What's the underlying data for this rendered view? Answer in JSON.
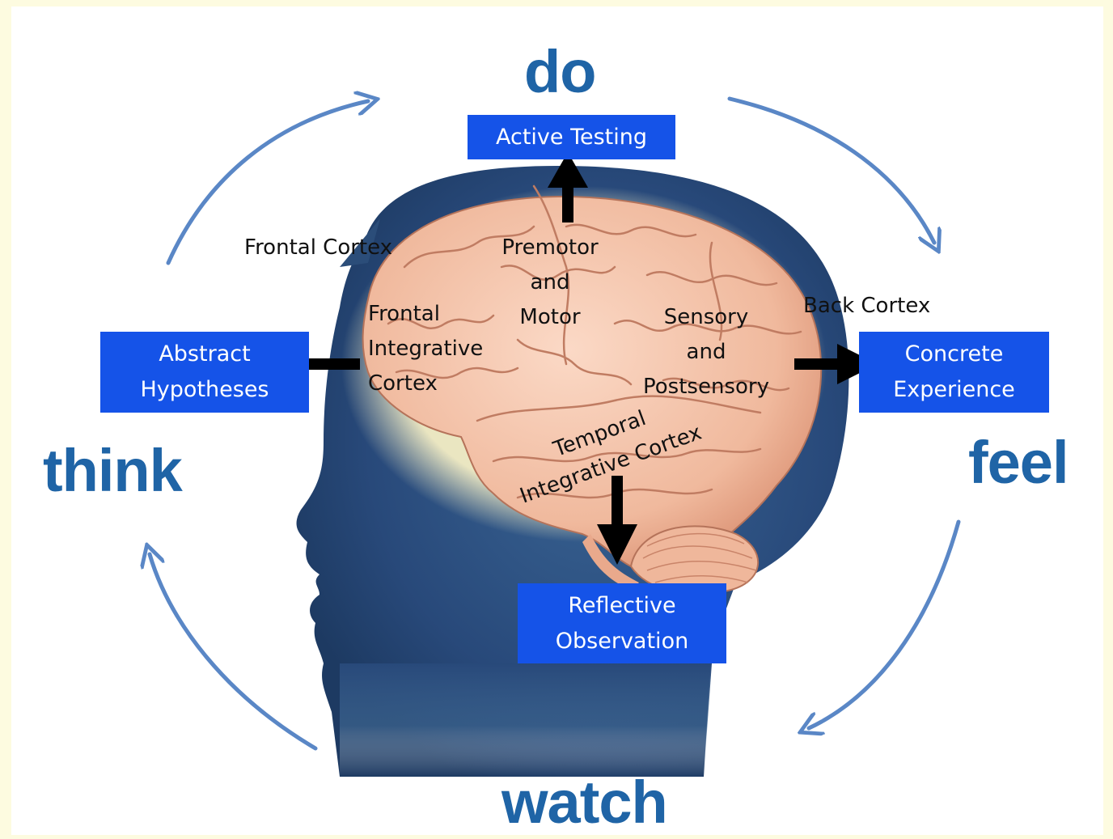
{
  "cycle": {
    "do": "do",
    "feel": "feel",
    "watch": "watch",
    "think": "think"
  },
  "boxes": {
    "active_testing": "Active Testing",
    "abstract_hypotheses": [
      "Abstract",
      "Hypotheses"
    ],
    "concrete_experience": [
      "Concrete",
      "Experience"
    ],
    "reflective_observation": [
      "Reflective",
      "Observation"
    ]
  },
  "regions": {
    "frontal_cortex": "Frontal Cortex",
    "premotor": [
      "Premotor",
      "and",
      "Motor"
    ],
    "frontal_integrative": [
      "Frontal",
      "Integrative",
      "Cortex"
    ],
    "sensory": [
      "Sensory",
      "and",
      "Postsensory"
    ],
    "back_cortex": "Back Cortex",
    "temporal_integrative": [
      "Temporal",
      "Integrative Cortex"
    ]
  },
  "colors": {
    "background": "#fdfbe0",
    "cycle_text": "#1f64a6",
    "cycle_arrow": "#5a87c6",
    "box_fill": "#1553e8",
    "head_fill": "#2b4d79",
    "brain_fill": "#f2c0a7"
  }
}
